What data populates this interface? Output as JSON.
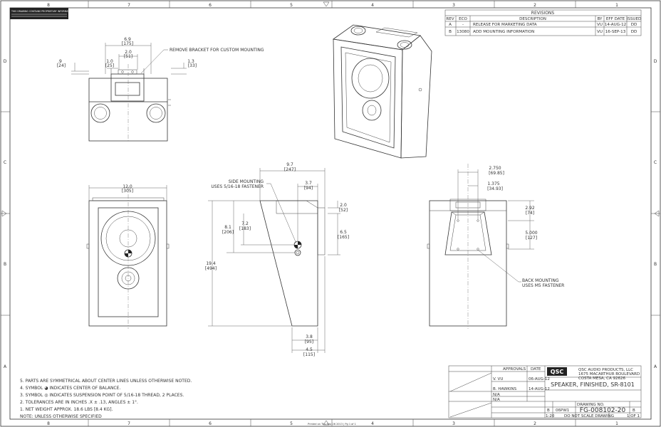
{
  "zones": {
    "top": [
      "8",
      "7",
      "6",
      "5",
      "4",
      "3",
      "2",
      "1"
    ],
    "side": [
      "D",
      "C",
      "B",
      "A"
    ]
  },
  "note_block": "THIS DRAWING CONTAINS PROPRIETARY INFORMATION OF QSC AUDIO PRODUCTS",
  "revisions": {
    "title": "REVISIONS",
    "headers": [
      "REV",
      "ECO",
      "DESCRIPTION",
      "BY",
      "EFF DATE",
      "ISSUED"
    ],
    "rows": [
      [
        "A",
        "-",
        "RELEASE FOR MARKETING DATA",
        "VU",
        "14-AUG-12",
        "DD"
      ],
      [
        "B",
        "13080",
        "ADD MOUNTING INFORMATION",
        "VU",
        "16-SEP-13",
        "DD"
      ]
    ]
  },
  "top_view": {
    "w1": "6.9",
    "w1_mm": "[175]",
    "w2": "2.0",
    "w2_mm": "[51]",
    "w3": "1.0",
    "w3_mm": "[25]",
    "h1": ".9",
    "h1_mm": "[24]",
    "h2": "1.3",
    "h2_mm": "[33]",
    "callout": "REMOVE BRACKET FOR CUSTOM MOUNTING"
  },
  "front_view": {
    "width": "12.0",
    "width_mm": "[305]"
  },
  "side_view": {
    "callout1": "SIDE MOUNTING",
    "callout2": "USES 5/16-18 FASTENER",
    "d_top": "9.7",
    "d_top_mm": "[247]",
    "d_mid": "3.7",
    "d_mid_mm": "[94]",
    "h_total": "19.4",
    "h_total_mm": "[494]",
    "h_a": "8.1",
    "h_a_mm": "[206]",
    "h_b": "7.2",
    "h_b_mm": "[183]",
    "h_c": "2.0",
    "h_c_mm": "[52]",
    "h_d": "6.5",
    "h_d_mm": "[165]",
    "d_bot1": "3.8",
    "d_bot1_mm": "[95]",
    "d_bot2": "4.5",
    "d_bot2_mm": "[115]"
  },
  "back_view": {
    "w1": "2.750",
    "w1_mm": "[69.85]",
    "w2": "1.375",
    "w2_mm": "[34.93]",
    "h1": "2.92",
    "h1_mm": "[74]",
    "h2": "5.000",
    "h2_mm": "[127]",
    "callout1": "BACK MOUNTING",
    "callout2": "USES M5 FASTENER"
  },
  "notes": [
    "5. PARTS ARE SYMMETRICAL ABOUT CENTER LINES UNLESS OTHERWISE NOTED.",
    "4. SYMBOL ◕ INDICATES CENTER OF BALANCE.",
    "3. SYMBOL ◎ INDICATES SUSPENSION POINT OF 5/16-18 THREAD, 2 PLACES.",
    "2. TOLERANCES ARE IN INCHES .X ± .13, ANGLES ± 1°.",
    "1. NET WEIGHT APPROX. 18.6 LBS [8.4 KG].",
    "NOTE:  UNLESS OTHERWISE SPECIFIED"
  ],
  "title_block": {
    "logo": "QSC",
    "company": "QSC AUDIO PRODUCTS, LLC",
    "address1": "1675 MACARTHUR BOULEVARD",
    "address2": "COSTA MESA, CA  92626",
    "title": "SPEAKER, FINISHED, SR-8101",
    "approvals": "APPROVALS",
    "date_label": "DATE",
    "drawn": "V. VU",
    "drawn_date": "06-AUG-12",
    "checked": "B. HAWKINS",
    "checked_date": "14-AUG-12",
    "material": "N/A",
    "finish": "N/A",
    "size": "B",
    "cage": "06PW1",
    "dwg_no": "FG-008102-20",
    "rev": "B",
    "scale": "1:20",
    "scale_note": "DO NOT SCALE DRAWING",
    "sheet": "1 OF 1",
    "drawing_no_label": "DRAWING NO."
  },
  "footer": "Printed on Thu Sep 26 2013 | Pg 1 of 1"
}
